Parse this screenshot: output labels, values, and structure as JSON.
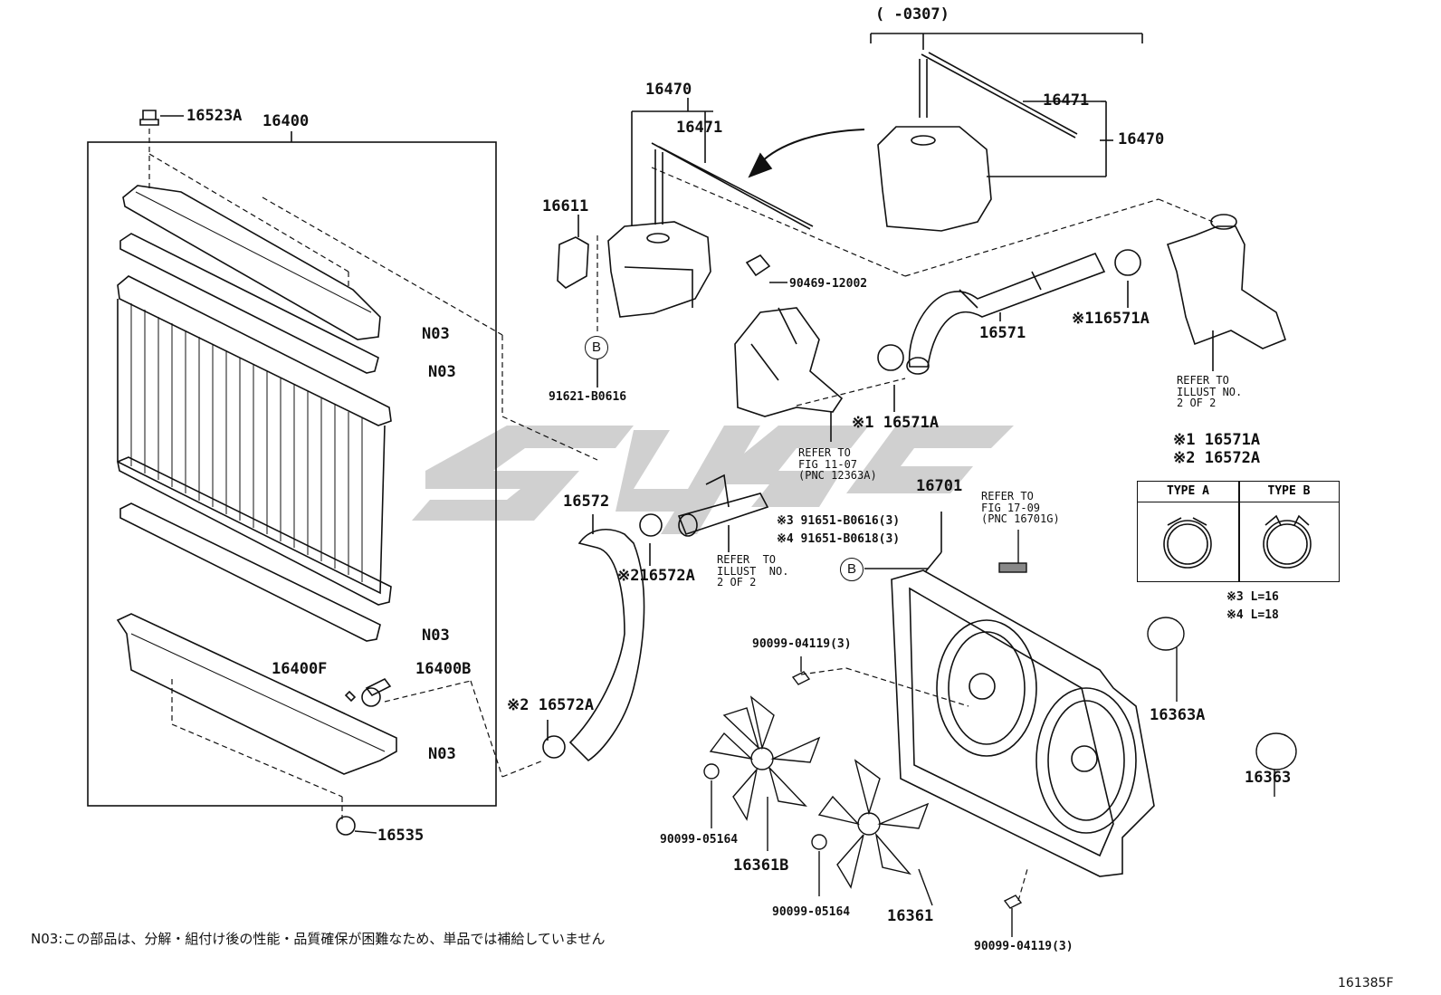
{
  "diagram": {
    "bracket_label": "(      -0307)",
    "parts": {
      "p16523A": "16523A",
      "p16400": "16400",
      "p16470_left": "16470",
      "p16471_left": "16471",
      "p16611": "16611",
      "p91621": "91621-B0616",
      "p16471_right": "16471",
      "p16470_right": "16470",
      "p90469": "90469-12002",
      "p16571": "16571",
      "p16571A_right": "※116571A",
      "p16571A_mid": "※1 16571A",
      "pN03_a": "N03",
      "pN03_b": "N03",
      "pN03_c": "N03",
      "pN03_d": "N03",
      "p16400F": "16400F",
      "p16400B": "16400B",
      "p16535": "16535",
      "p16572": "16572",
      "p16572A_a": "※216572A",
      "p16572A_b": "※2 16572A",
      "p16701": "16701",
      "p91651_a": "※3 91651-B0616(3)",
      "p91651_b": "※4 91651-B0618(3)",
      "p90099_04119_a": "90099-04119(3)",
      "p90099_05164_a": "90099-05164",
      "p16361B": "16361B",
      "p90099_05164_b": "90099-05164",
      "p16361": "16361",
      "p90099_04119_b": "90099-04119(3)",
      "p16363A": "16363A",
      "p16363": "16363",
      "legend_16571A": "※1 16571A",
      "legend_16572A": "※2 16572A",
      "len_3": "※3 L=16",
      "len_4": "※4 L=18"
    },
    "refs": {
      "ref_fig_11_07": "REFER TO\nFIG 11-07\n(PNC 12363A)",
      "ref_illust_a": "REFER TO\nILLUST NO.\n2 OF 2",
      "ref_illust_b": "REFER  TO\nILLUST  NO.\n2 OF 2",
      "ref_fig_17_09": "REFER TO\nFIG 17-09\n(PNC 16701G)"
    },
    "circle_b": "B",
    "type_a": "TYPE A",
    "type_b": "TYPE B",
    "footnote": "N03:この部品は、分解・組付け後の性能・品質確保が困難なため、単品では補給していません",
    "figure_number": "161385F"
  }
}
